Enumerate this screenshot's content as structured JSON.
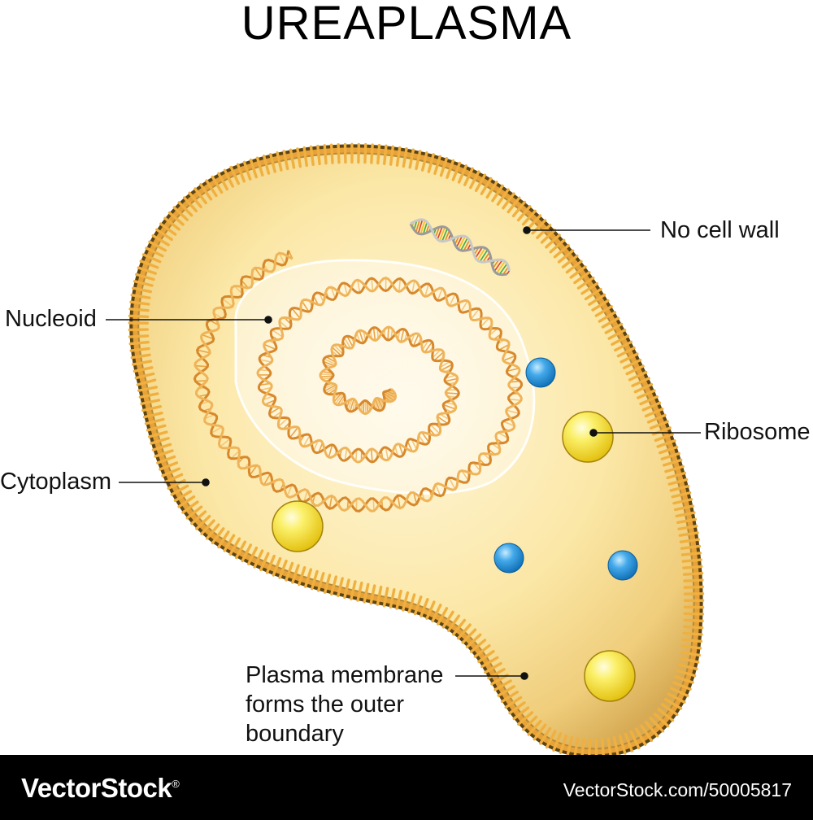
{
  "title": "UREAPLASMA",
  "labels": {
    "no_cell_wall": "No cell wall",
    "nucleoid": "Nucleoid",
    "ribosome": "Ribosome",
    "cytoplasm": "Cytoplasm",
    "plasma_membrane": [
      "Plasma membrane",
      "forms the outer",
      "boundary"
    ]
  },
  "footer": {
    "brand": "VectorStock",
    "registered_mark": "®",
    "stock_id": "VectorStock.com/50005817"
  },
  "colors": {
    "membrane": "#e8a23a",
    "membrane_dark": "#6e5320",
    "cytoplasm": "#fff3c8",
    "dna": "#e29a3c",
    "ribosome_yellow": "#f7e52a",
    "ribosome_blue": "#1e8bd6"
  }
}
